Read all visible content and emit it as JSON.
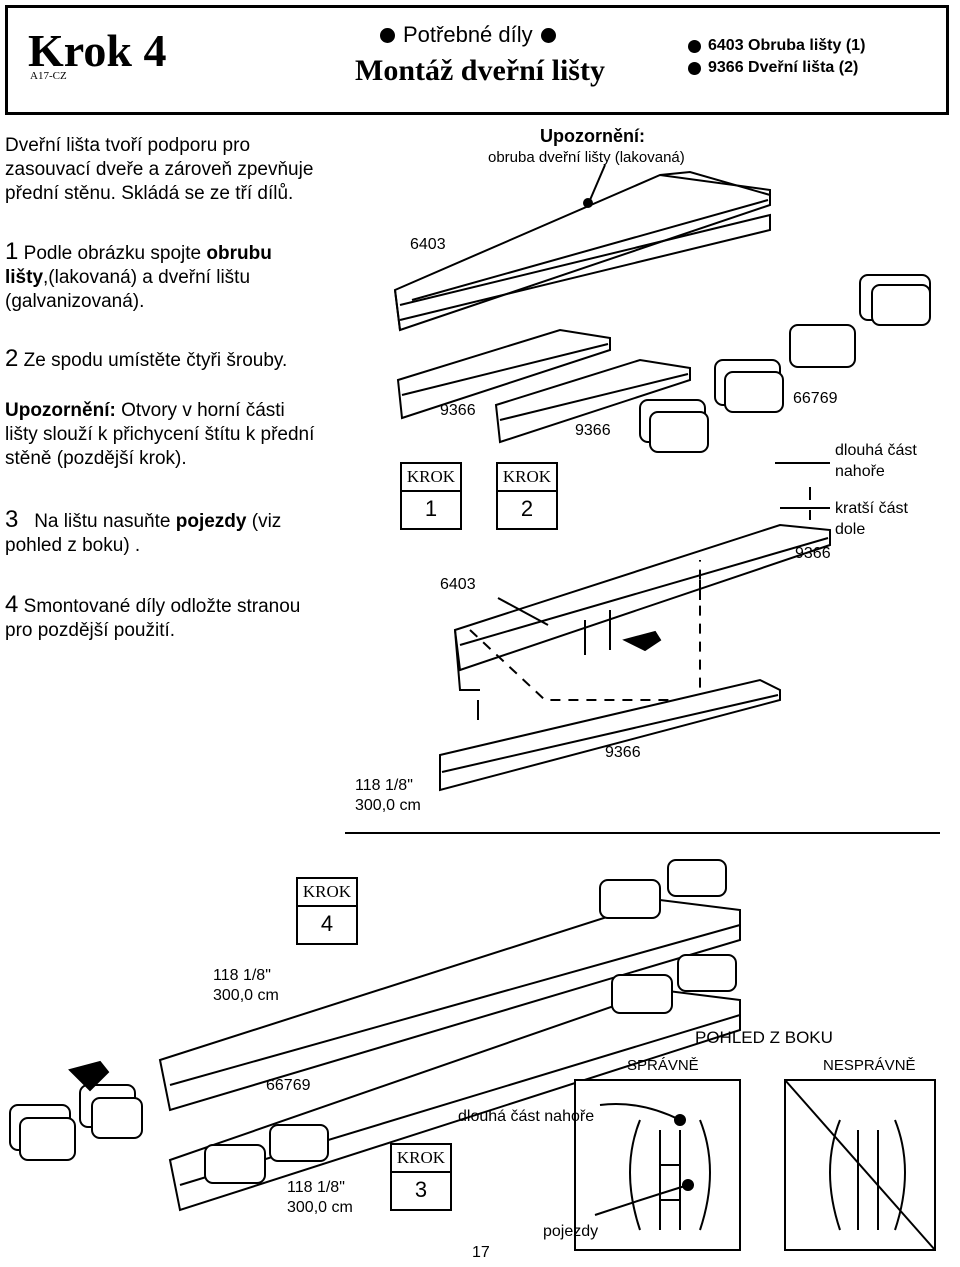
{
  "header": {
    "step_title": "Krok 4",
    "code": "A17-CZ",
    "parts_heading": "Potřebné díly",
    "main_title": "Montáž dveřní lišty",
    "parts": [
      "6403 Obruba lišty (1)",
      "9366 Dveřní lišta (2)"
    ]
  },
  "instructions": {
    "intro": [
      "Dveřní lišta tvoří podporu pro",
      "zasouvací dveře a zároveň zpevňuje",
      "přední stěnu. Skládá se ze tří dílů."
    ],
    "step1": {
      "num": "1",
      "pre": "Podle obrázku spojte",
      "bold": "obrubu",
      "line2_bold": "lišty",
      "line2": ",(lakovaná) a dveřní lištu",
      "line3": "(galvanizovaná)."
    },
    "step2": {
      "num": "2",
      "text": "Ze spodu umístěte čtyři šrouby."
    },
    "warning": {
      "label": "Upozornění:",
      "line1": "Otvory v horní části",
      "line2": "lišty slouží k přichycení štítu k přední",
      "line3": "stěně (pozdější krok)."
    },
    "step3": {
      "num": "3",
      "pre": "Na lištu nasuňte",
      "bold": "pojezdy",
      "post": "(viz",
      "line2": "pohled z boku) ."
    },
    "step4": {
      "num": "4",
      "line1": "Smontované díly odložte stranou",
      "line2": "pro pozdější použití."
    }
  },
  "callouts": {
    "warning_title": "Upozornění:",
    "warning_sub": "obruba dveřní lišty (lakovaná)",
    "p6403_a": "6403",
    "p9366_a": "9366",
    "p9366_b": "9366",
    "p66769_a": "66769",
    "long_top": [
      "dlouhá část",
      "nahoře"
    ],
    "short_bottom": [
      "kratší část",
      "dole"
    ],
    "p9366_c": "9366",
    "p6403_b": "6403",
    "p9366_d": "9366",
    "len1": [
      "118 1/8\"",
      "300,0 cm"
    ],
    "len2": [
      "118 1/8\"",
      "300,0 cm"
    ],
    "p66769_b": "66769",
    "len3": [
      "118 1/8\"",
      "300,0 cm"
    ],
    "side_view": "POHLED Z BOKU",
    "correct": "SPRÁVNĚ",
    "incorrect": "NESPRÁVNĚ",
    "long_top_line": "dlouhá část nahoře",
    "trolleys": "pojezdy"
  },
  "krok_boxes": [
    {
      "label": "KROK",
      "num": "1"
    },
    {
      "label": "KROK",
      "num": "2"
    },
    {
      "label": "KROK",
      "num": "4"
    },
    {
      "label": "KROK",
      "num": "3"
    }
  ],
  "page_number": "17"
}
